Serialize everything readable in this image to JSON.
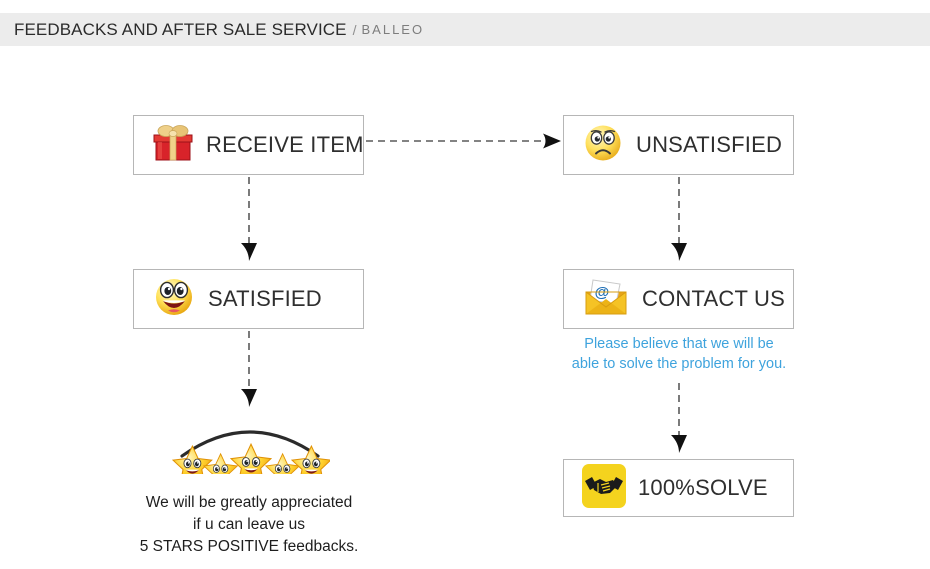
{
  "header": {
    "title": "FEEDBACKS AND AFTER SALE SERVICE",
    "separator": "/",
    "brand": "BALLEO"
  },
  "flow": {
    "nodes": [
      {
        "id": "receive",
        "label": "RECEIVE ITEM",
        "icon": "gift-box-icon"
      },
      {
        "id": "satisfied",
        "label": "SATISFIED",
        "icon": "smiley-happy-icon"
      },
      {
        "id": "unsat",
        "label": "UNSATISFIED",
        "icon": "smiley-sad-icon"
      },
      {
        "id": "contact",
        "label": "CONTACT US",
        "icon": "email-envelope-icon"
      },
      {
        "id": "solve",
        "label": "100%SOLVE",
        "icon": "handshake-icon"
      }
    ],
    "connectors": [
      {
        "id": "receive-to-unsat",
        "from": "receive",
        "to": "unsat",
        "style": "dashed",
        "direction": "right"
      },
      {
        "id": "receive-to-satisfied",
        "from": "receive",
        "to": "satisfied",
        "style": "dashed",
        "direction": "down"
      },
      {
        "id": "satisfied-to-stars",
        "from": "satisfied",
        "to": "stars",
        "style": "dashed",
        "direction": "down"
      },
      {
        "id": "unsat-to-contact",
        "from": "unsat",
        "to": "contact",
        "style": "dashed",
        "direction": "down"
      },
      {
        "id": "contact-to-solve",
        "from": "contact",
        "to": "solve",
        "style": "dashed",
        "direction": "down"
      }
    ]
  },
  "contact_note": {
    "line1": "Please believe that we will be",
    "line2": "able to solve the problem for you.",
    "color": "#3ea3dd"
  },
  "rating": {
    "star_count": 5,
    "star_icon": "smiley-star-icon",
    "caption_line1": "We will be greatly appreciated",
    "caption_line2": "if u can leave us",
    "caption_line3": "5 STARS POSITIVE feedbacks."
  },
  "colors": {
    "header_bg": "#ececec",
    "box_border": "#b6b6b6",
    "text": "#2f2f2f",
    "note_blue": "#3ea3dd",
    "star_yellow": "#ffd22e",
    "gift_red": "#d8232a",
    "handshake_yellow": "#f4d31e"
  }
}
